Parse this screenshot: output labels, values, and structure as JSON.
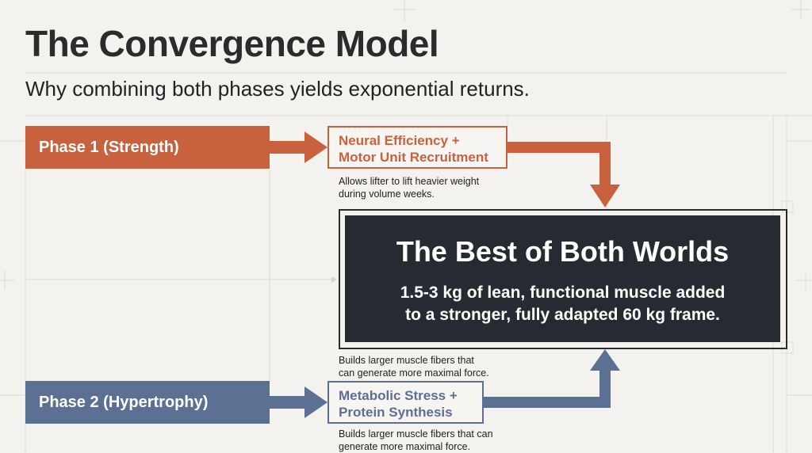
{
  "title": "The Convergence Model",
  "subtitle": "Why combining both phases yields exponential returns.",
  "phases": [
    {
      "label": "Phase 1 (Strength)",
      "color": "#c8623e"
    },
    {
      "label": "Phase 2 (Hypertrophy)",
      "color": "#5b7092"
    }
  ],
  "mechanisms": [
    {
      "lines": [
        "Neural Efficiency +",
        "Motor Unit Recruitment"
      ],
      "note": [
        "Allows lifter to lift heavier weight",
        "during volume weeks."
      ]
    },
    {
      "lines": [
        "Metabolic Stress +",
        "Protein Synthesis"
      ],
      "note": [
        "Builds larger muscle fibers that can",
        "generate more maximal force."
      ]
    }
  ],
  "center_note": [
    "Builds larger muscle fibers that",
    "can generate more maximal force."
  ],
  "result": {
    "title": "The Best of Both Worlds",
    "lines": [
      "1.5-3 kg of lean, functional muscle added",
      "to a stronger, fully adapted 60 kg frame."
    ],
    "background": "#262b31"
  }
}
